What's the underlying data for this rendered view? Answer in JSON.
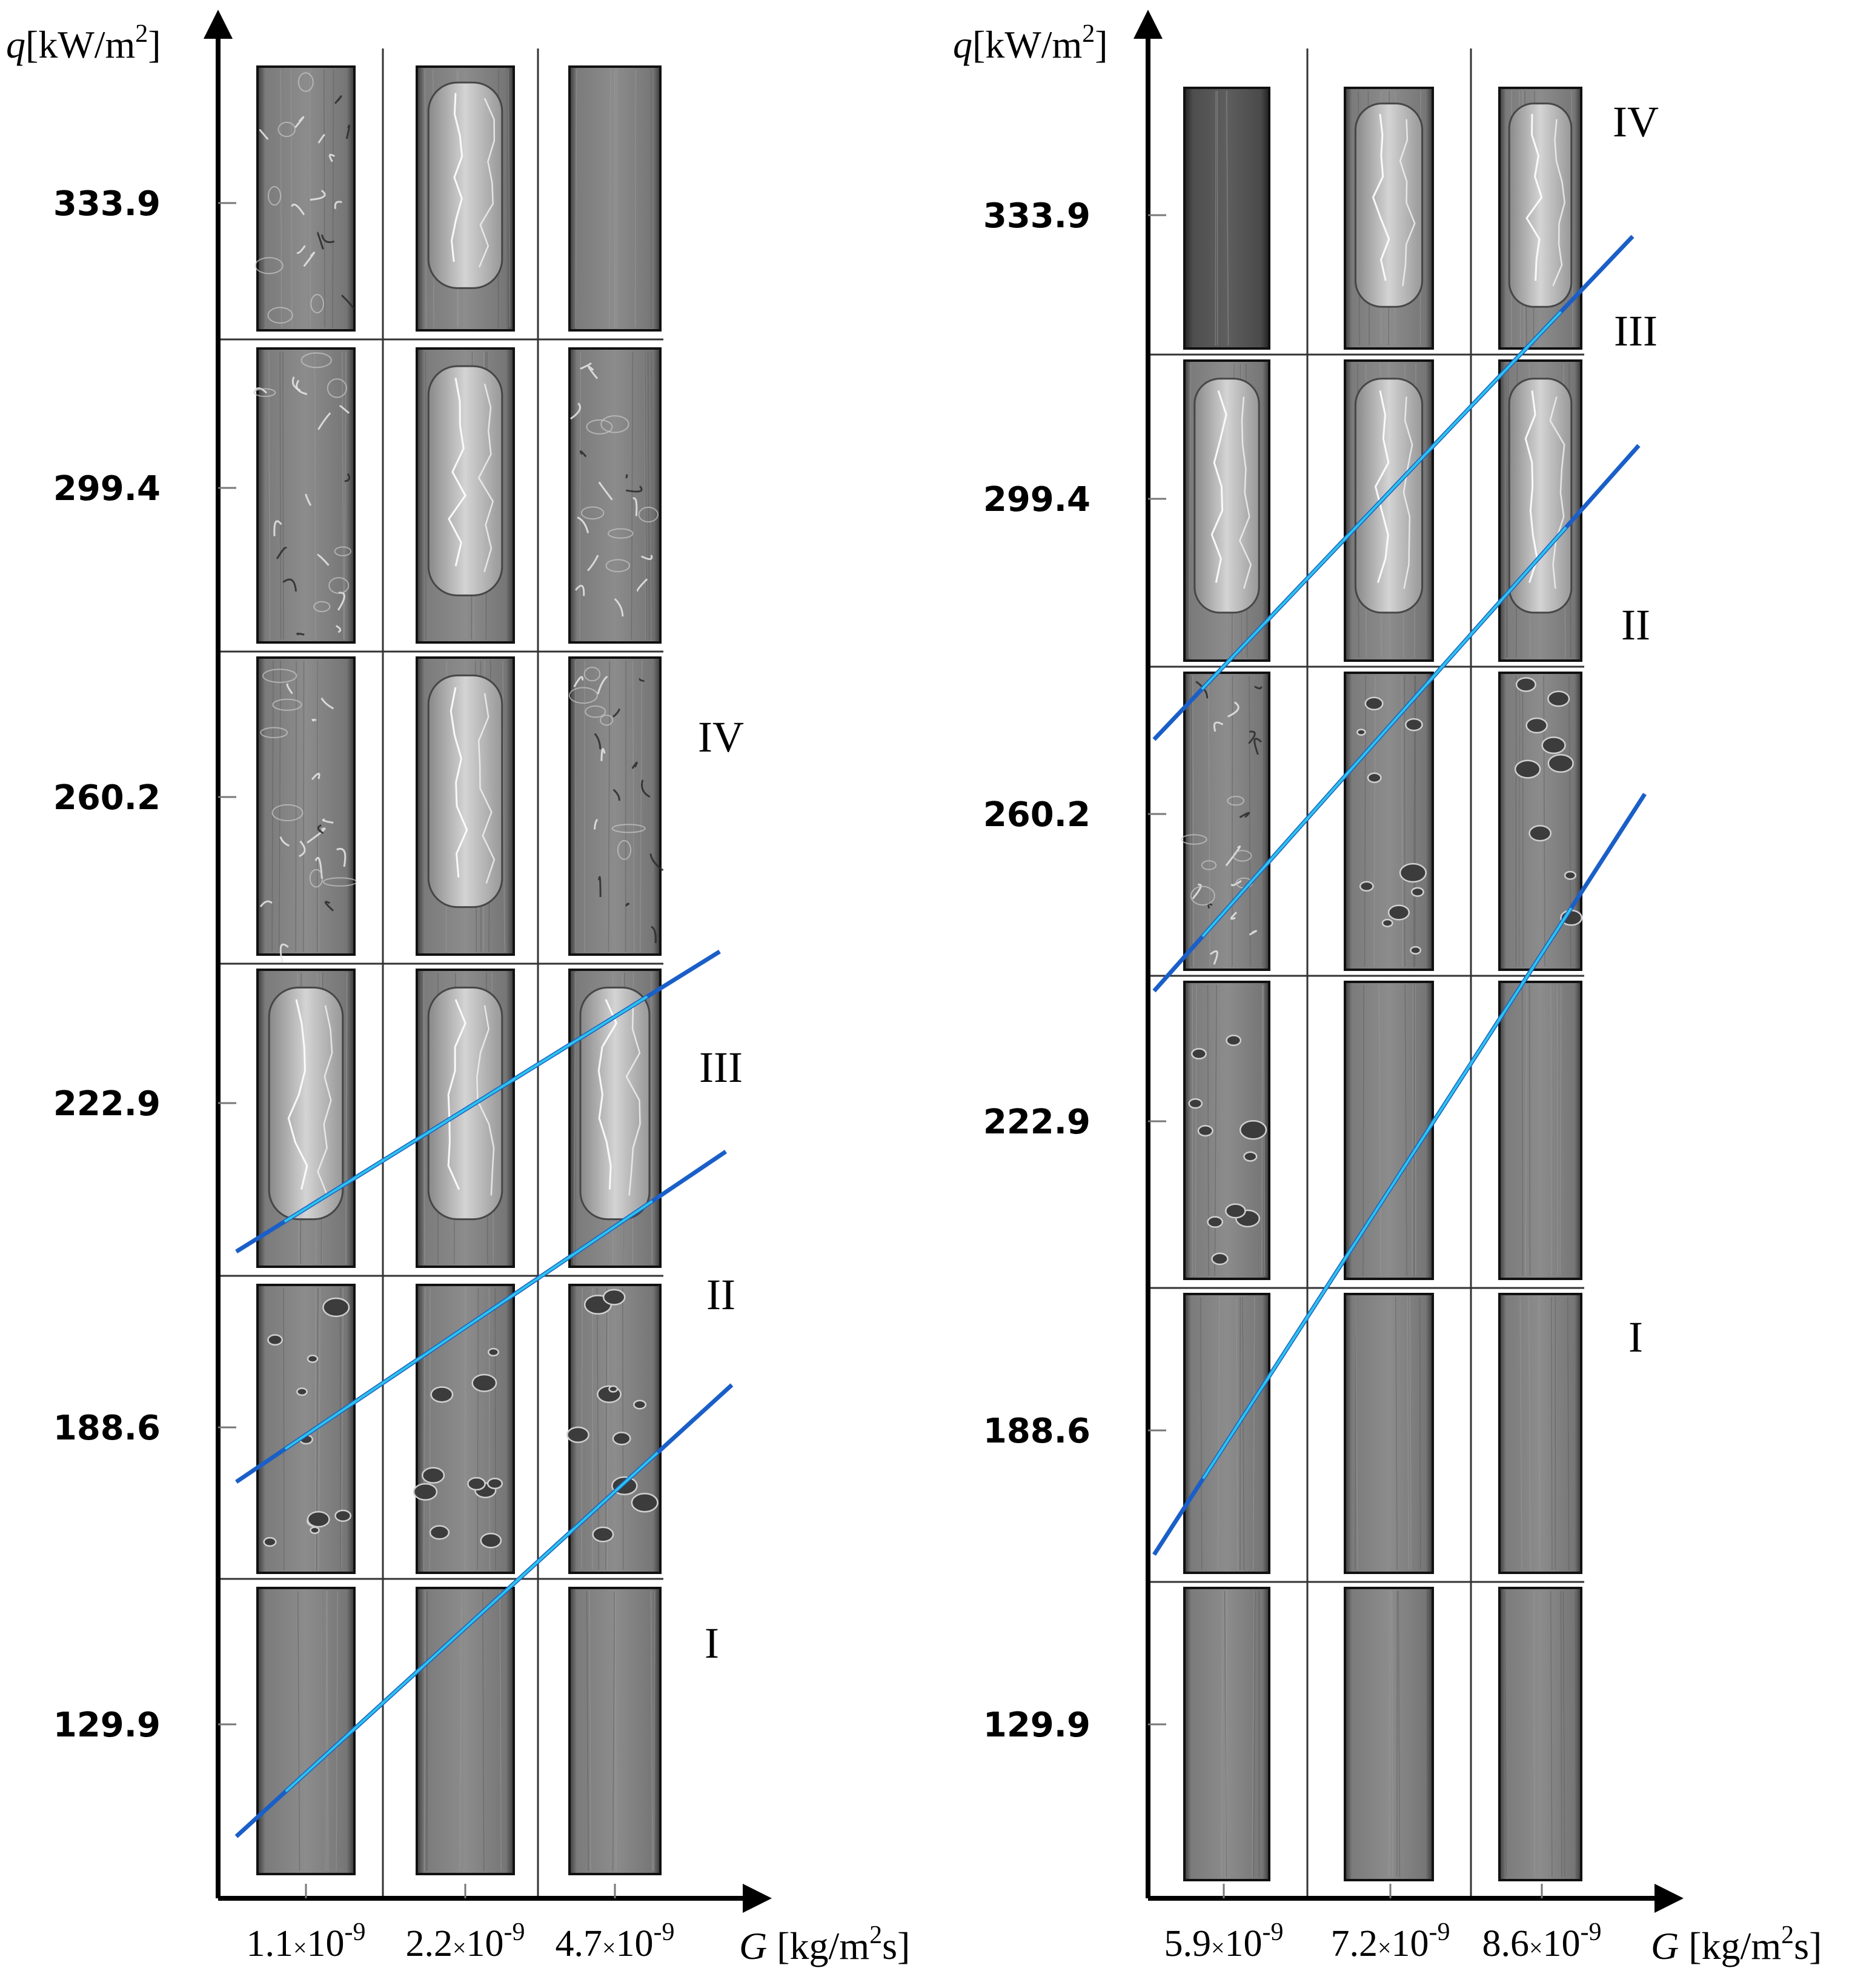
{
  "panels": [
    {
      "y_axis_title": {
        "var": "q",
        "unit": "[kW/m",
        "sup": "2",
        "close": "]"
      },
      "x_axis_title": {
        "var": "G",
        "unit": " [kg/m",
        "sup": "2",
        "tail": "s]"
      },
      "y_ticks": [
        "333.9",
        "299.4",
        "260.2",
        "222.9",
        "188.6",
        "129.9"
      ],
      "x_ticks": [
        {
          "mant": "1.1",
          "times": "×",
          "base": "10",
          "exp": "-9"
        },
        {
          "mant": "2.2",
          "times": "×",
          "base": "10",
          "exp": "-9"
        },
        {
          "mant": "4.7",
          "times": "×",
          "base": "10",
          "exp": "-9"
        }
      ],
      "regions": [
        "IV",
        "III",
        "II",
        "I"
      ],
      "colors": {
        "line_dark": "#1a5fc8",
        "line_light": "#2fd0ee"
      }
    },
    {
      "y_axis_title": {
        "var": "q",
        "unit": "[kW/m",
        "sup": "2",
        "close": "]"
      },
      "x_axis_title": {
        "var": "G",
        "unit": " [kg/m",
        "sup": "2",
        "tail": "s]"
      },
      "y_ticks": [
        "333.9",
        "299.4",
        "260.2",
        "222.9",
        "188.6",
        "129.9"
      ],
      "x_ticks": [
        {
          "mant": "5.9",
          "times": "×",
          "base": "10",
          "exp": "-9"
        },
        {
          "mant": "7.2",
          "times": "×",
          "base": "10",
          "exp": "-9"
        },
        {
          "mant": "8.6",
          "times": "×",
          "base": "10",
          "exp": "-9"
        }
      ],
      "regions": [
        "IV",
        "III",
        "II",
        "I"
      ],
      "colors": {
        "line_dark": "#1a5fc8",
        "line_light": "#2fd0ee"
      }
    }
  ]
}
